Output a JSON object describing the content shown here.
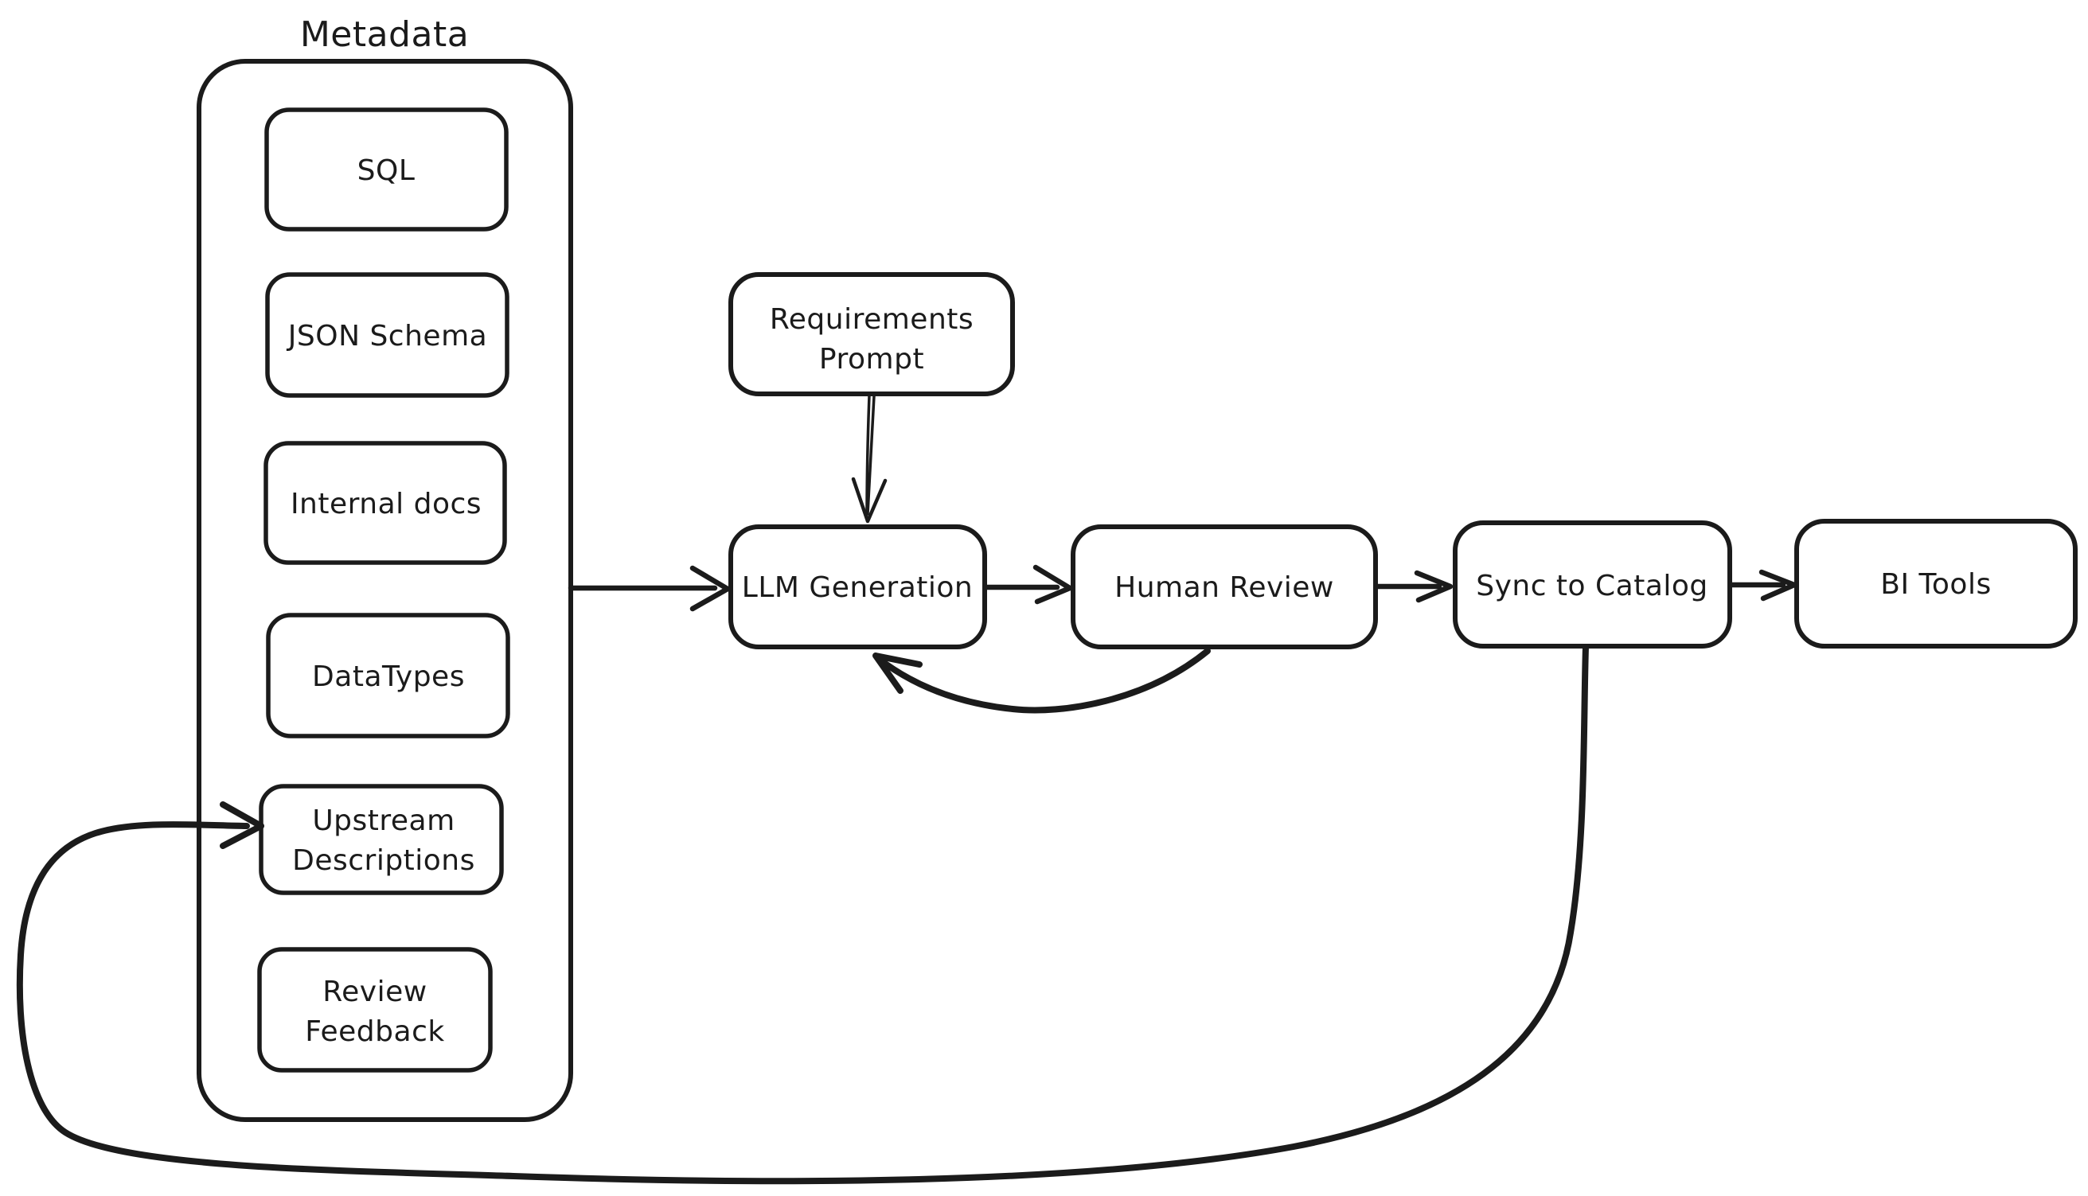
{
  "diagram": {
    "title": "Metadata",
    "container_items": {
      "sql": {
        "lines": [
          "SQL"
        ]
      },
      "json_schema": {
        "lines": [
          "JSON Schema"
        ]
      },
      "internal_docs": {
        "lines": [
          "Internal docs"
        ]
      },
      "datatypes": {
        "lines": [
          "DataTypes"
        ]
      },
      "upstream_descriptions": {
        "lines": [
          "Upstream",
          "Descriptions"
        ]
      },
      "review_feedback": {
        "lines": [
          "Review",
          "Feedback"
        ]
      }
    },
    "flow_nodes": {
      "requirements_prompt": {
        "lines": [
          "Requirements",
          "Prompt"
        ]
      },
      "llm_generation": {
        "lines": [
          "LLM Generation"
        ]
      },
      "human_review": {
        "lines": [
          "Human Review"
        ]
      },
      "sync_to_catalog": {
        "lines": [
          "Sync to Catalog"
        ]
      },
      "bi_tools": {
        "lines": [
          "BI Tools"
        ]
      }
    },
    "edges": [
      {
        "from": "metadata",
        "to": "llm_generation",
        "style": "straight-arrow"
      },
      {
        "from": "requirements_prompt",
        "to": "llm_generation",
        "style": "straight-arrow"
      },
      {
        "from": "llm_generation",
        "to": "human_review",
        "style": "straight-arrow"
      },
      {
        "from": "human_review",
        "to": "sync_to_catalog",
        "style": "straight-arrow"
      },
      {
        "from": "sync_to_catalog",
        "to": "bi_tools",
        "style": "straight-arrow"
      },
      {
        "from": "human_review",
        "to": "llm_generation",
        "style": "curved-feedback-arrow"
      },
      {
        "from": "sync_to_catalog",
        "to": "upstream_descriptions",
        "style": "long-loop-arrow"
      }
    ],
    "colors": {
      "ink": "#1b1b1b",
      "background": "#ffffff"
    }
  }
}
